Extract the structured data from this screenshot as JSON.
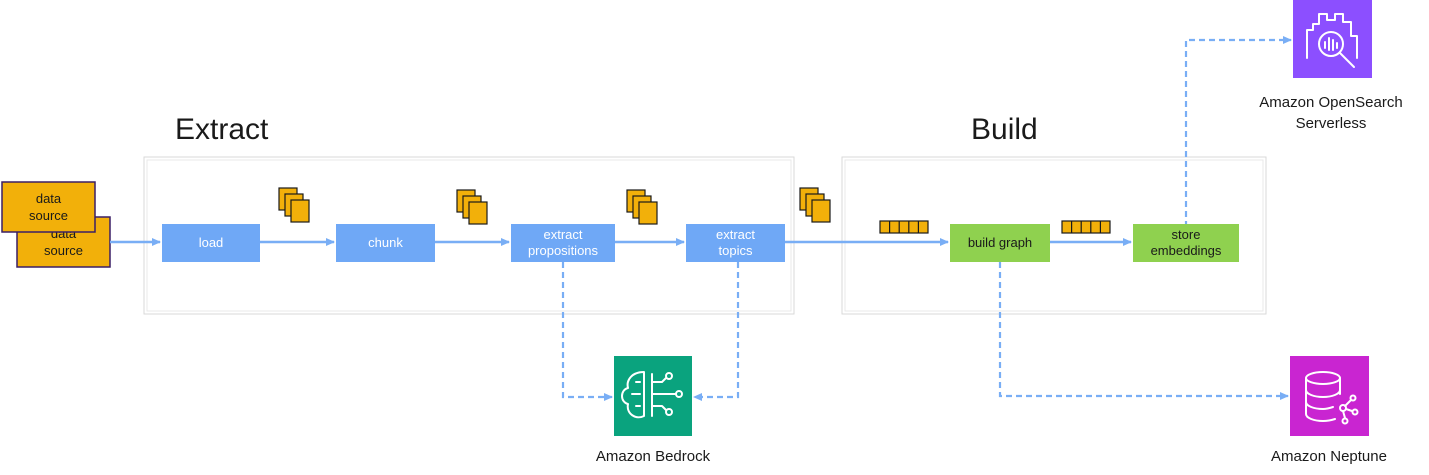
{
  "sections": {
    "extract_title": "Extract",
    "build_title": "Build"
  },
  "sources": [
    {
      "line1": "data",
      "line2": "source"
    },
    {
      "line1": "data",
      "line2": "source"
    }
  ],
  "steps": {
    "load": {
      "line1": "load"
    },
    "chunk": {
      "line1": "chunk"
    },
    "extract_propositions": {
      "line1": "extract",
      "line2": "propositions"
    },
    "extract_topics": {
      "line1": "extract",
      "line2": "topics"
    },
    "build_graph": {
      "line1": "build graph"
    },
    "store_embeddings": {
      "line1": "store",
      "line2": "embeddings"
    }
  },
  "services": {
    "bedrock": {
      "line1": "Amazon Bedrock"
    },
    "opensearch": {
      "line1": "Amazon OpenSearch",
      "line2": "Serverless"
    },
    "neptune": {
      "line1": "Amazon Neptune"
    }
  },
  "colors": {
    "step_blue": "#6fa8f6",
    "step_green": "#8fd14f",
    "source_orange": "#f2b00a",
    "bedrock_teal": "#0aa37e",
    "opensearch_purple": "#8c4fff",
    "neptune_magenta": "#c925d1",
    "dashed_line": "#79aef5"
  },
  "icons": {
    "bedrock": "brain-circuit-icon",
    "opensearch": "search-magnifier-icon",
    "neptune": "database-graph-icon",
    "document_stack": "document-stack-icon",
    "token_strip": "token-strip-icon"
  }
}
